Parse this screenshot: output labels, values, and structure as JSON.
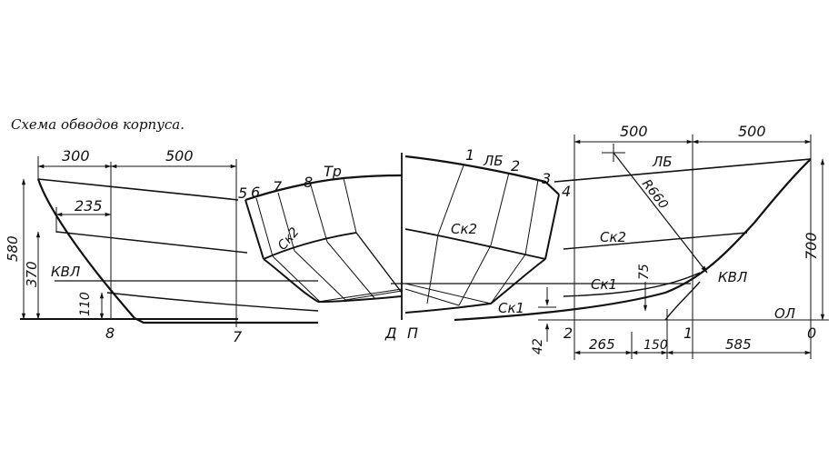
{
  "caption": "Схема обводов корпуса.",
  "labels": {
    "lb": "ЛБ",
    "sk2": "Ск2",
    "sk1": "Ск1",
    "kvl": "КВЛ",
    "ol": "ОЛ",
    "tr": "Тр",
    "d": "Д",
    "p": "П",
    "r660": "R660"
  },
  "stations": {
    "s0": "0",
    "s1": "1",
    "s2": "2",
    "s3": "3",
    "s4": "4",
    "s5": "5",
    "s6": "6",
    "s7": "7",
    "s8": "8"
  },
  "dimensions": {
    "d300": "300",
    "d500": "500",
    "d235": "235",
    "d580": "580",
    "d370": "370",
    "d110": "110",
    "d42": "42",
    "d265": "265",
    "d150": "150",
    "d585": "585",
    "d700": "700",
    "d75": "75"
  }
}
